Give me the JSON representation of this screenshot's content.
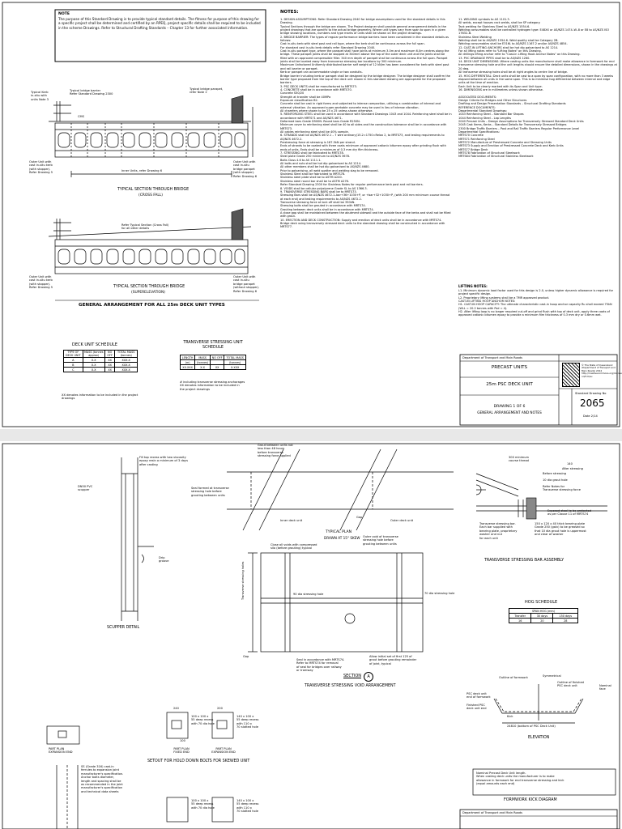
{
  "top_sheet": {
    "note_box": {
      "heading": "NOTE",
      "text": "The purpose of this Standard Drawing is to provide typical standard details. The fitness for purpose of this drawing for a specific project shall be determined and certified by an RPEQ, project specific details shall be required to be included in the scheme Drawings. Refer to Structural Drafting Standards – Chapter 13 for further associated information."
    },
    "section1": {
      "title": "TYPICAL SECTION THROUGH BRIDGE",
      "subtitle": "(CROSS FALL)",
      "label_barrier": "Typical bridge barrier\nRefer Standard Drawing 2300",
      "label_parapet": "Typical bridge parapet,\nrefer Note 2",
      "label_kerb": "Typical Kerb\nin-situ with\nunits Note 3",
      "label_inner": "Inner Units, refer Drawing 6",
      "label_outer_left": "Outer Unit with\ncast in-situ kerb\n(with stopper).\nRefer Drawing 5",
      "label_outer_right": "Outer Unit with\ncast in-situ\nbridge parapet\n(with stopper).\nRefer Drawing 6",
      "label_cms": "CMS"
    },
    "section2": {
      "title": "TYPICAL SECTION THROUGH BRIDGE",
      "subtitle": "(SUPERELEVATION)",
      "label_parapet": "Refer Typical Section (Cross Fall)\nfor all other details",
      "label_outer_left": "Outer Unit with\ncast in-situ kerb\n(with stopper).\nRefer Drawing 5",
      "label_outer_right": "Outer Unit with\ncast in-situ\nbridge parapet\n(without stopper).\nRefer Drawing 6"
    },
    "ga_title": "GENERAL ARRANGEMENT FOR ALL 25m DECK UNIT TYPES",
    "deck_schedule": {
      "title": "DECK UNIT SCHEDULE",
      "headers": [
        "TYPE OF DECK UNIT",
        "MASS (tonnes approx)",
        "NO OFF",
        "TOTAL MASS (tonnes)"
      ],
      "rows": [
        [
          "A",
          "X.X",
          "XX",
          "XXX.X"
        ],
        [
          "B",
          "X.X",
          "XX",
          "XXX.X"
        ],
        [
          "C",
          "X.X",
          "XX",
          "XXX.X"
        ]
      ],
      "footnote": "XX denotes information to be included in the project drawings"
    },
    "tsu_schedule": {
      "title": "TRANSVERSE STRESSING UNIT\nSCHEDULE",
      "headers": [
        "LENGTH",
        "MASS",
        "NO OFF",
        "TOTAL MASS"
      ],
      "units": [
        "(m)",
        "(tonnes)",
        "",
        "(tonnes)"
      ],
      "row": [
        "XX.XXX",
        "X.X",
        "XX",
        "X.XXX"
      ],
      "footnote": "# including transverse stressing anchorages\nXX denotes information to be included in\nthe project drawings"
    },
    "notes": {
      "heading": "NOTES:",
      "col1": "1. DESIGN ASSUMPTIONS: Refer Standard Drawing 2040 for bridge assumptions used for the standard details in this Drawing.\nTypical Sections through the bridge are shown. The Project designer shall provide general arrangement details in the project drawings that are specific to the actual bridge geometry. Where unit types vary from span to span in a given bridge showing locations, numbers and type marks of units shall be shown on the project drawings.\n2. BRIDGE BARRIER: The types of regular performance bridge barriers have been considered in the standard details as follows:\nCast in-situ kerb with steel post and rail type, where the kerb shall be continuous across the full span.\nFor standard cast in-situ kerb details refer Standard Drawing 2040.\nCast in-situ parapet type, where the parapet shall have joints at minimum 3.0m and maximum 6.0m centres along the bridge. These parapet joints shall be stopped at 340mm above the top of the outer deck unit and the joints shall be filled with an approved compressible filler. 340 mm depth of parapet shall be continuous across the full span. Parapet joints shall be located away from transverse stressing bar locations by 300 minimum.\nMaximum Unfactored Uniformly distributed barrier self weight of 12 kN/m has been considered for kerb with steel post and rail barrier or parapet.\nKerb or parapet can accommodate single or two conduits.\nBridge barrier including kerb or parapet shall be designed by the bridge designer. The bridge designer shall confirm the barrier type proposed from the top of the deck unit shown in this standard drawing are appropriate for the proposed barriers.\n3. PSC DECK UNITS shall be manufactured to MRTS73.\n4. CONCRETE shall be in accordance with MRTS70.\nConcrete S50/20\nStrength at transfer shall be 40MPa\nExposure classification B2.\nConcrete shall be cast in rigid forms and subjected to intense compaction, utilising a combination of internal and external vibration. An approved super-workable concrete may be used in lieu of intense vibration.\nAll chamfers where shown to be 25 x 25 unless shown otherwise.\n5. REINFORCING STEEL shall be used in accordance with Standard Drawings 1043 and 1044. Reinforcing steel shall be in accordance with MRTS71 and AS/NZS 4671.\nDeformed bars Grade D500N. Round bars Grade R250N.\nMinimum cover to reinforcing steel shall be 40 to all sides and the construction tolerance shall be in accordance with MRTS73.\nAll cables reinforcing steel shall be 40% sample.\n6. STRANDS shall be AS/NZS 4672.1 – 7 wire ordinary(15.2=1750=Relax 2, to MRTS73, and testing requirements to AS/NZS 4672.2.\nPrestressing force at stressing is 187.5kN per strand.\nEnds of strands to be coated with three coats minimum of approved cationic bitumen epoxy after grinding flush with ends of units. Ends shall be a minimum of 0.3 mm dry film thickness.\n7. STRESSING shall be fabricated to MRTS78.\nSteel plate Grade 250 minimum to AS/NZS 3678.\nBolts Class 4.6 to AS 1111.1.\nAll bolts and nuts shall be hot dip galvanised to AS 1214.\nAll other members shall be hot dip galvanised to AS/NZS 4680.\nPrior to galvanising, all weld spatter and welding slag to be removed.\nStainless Steel shall be fabricated to MRTS78.\nStainless steel plate shall be to ASTM A240.\nStainless steel round bar shall be to ASTM A276.\nRefer Standard Drawing 2300 for Stainless Notes for regular performance kerb post and rail barriers.\n8. VOIDS shall be cellular polystyrene Grade SL to AS 1366.3.\n9. TRANSVERSE STRESSING BARS shall be to MRTS73.\nStressing Bars shall be AS/NZS 4672.1–bar+36+1030+P, or +bar+32+1030+P, (with 200 mm minimum course thread at each end) and testing requirements to AS/NZS 4672.2.\nTransverse stressing force at lock off shall be 350kN.\nStressing bolts shall be grouted in accordance with MRTS74.\nGrouting between deck units shall be in accordance with MRTS74.\nA close gap shall be maintained between the abutment sidewall and the outside face of the kerbs and shall not be filled with grout.\n10. ERECTION AND DECK CONSTRUCTION: Supply and erection of deck units shall be in accordance with MRTS74.\nBridge deck using transversely stressed deck units to the standard drawing shall be constructed in accordance with MRTS77.",
      "col2": "11. WELDING symbols to AS 1101.3.\nAll welds, except houses rack welds, shall be SP category.\nTack welding for Stainless Steel to AS/NZS 1554.6.\nWelding consumables shall be controlled hydrogen type: E48XX or AS/NZS 1474–W–8 or E8 to AS/NZS ISO 17632–B.\nStainless Steel Welding\nWelding shall be to AS/NZS 1554.6. Weld quality shall be Category 2B.\nWelding consumables shall be E316L to AS/NZS 1167.2 and/or AS/NZS 4854.\n12. CAST-IN LIFTING ANCHORS shall be hot dip galvanised to AS 1214.\nFor all lifting notes refer to \"Lifting Notes\" on this Drawing.\nAll drillings lifting anchor refer to \"Cast-in Lifting Hook Anchor Notes\" on this Drawing.\n13. PVC DRAINAGE PIPES shall be to AS/NZS 1260.\n14. DECK UNIT DIMENSIONS: Where casting units the manufacturer shall make allowance in formwork for end transverse stressing hole and the unit lengths should ensure the detailed dimensions, shown in the drawings at 20 deg.\nAll transverse stressing holes shall be at right angles to centre line of bridge.\n15. HOG DIFFERENTIAL: Deck units shall be cast to a span by span configuration, with no more than 3 weeks elapsed between all units in the same span. This is to minimise hog differential between internal and edge units at the time of erection.\nEach Unit to be clearly marked with its Span and Unit type.\n16. DIMENSIONS are in millimetres unless shown otherwise.\n\nASSOCIATED DOCUMENTS:\nDesign Criteria for Bridges and Other Structures\nDrafting and Design Presentation Standards – Structural Drafting Standards\nREFERENCE DOCUMENTS:\nDepartmental Standard Drawings:\n1043 Reinforcing Steel – Standard Bar Shapes\n1044 Reinforcing Steel – Lap Lengths\n2040 Precast Units – Design Assumptions for Transversely Stressed Standard Deck Units\n2045 Cast Items, Kerbs – Standard Details for Transversely Stressed Bridges\n2300 Bridge Traffic Barriers – Post and Rail Traffic Barriers Regular Performance Level\nDepartmental Specifications:\nMRTS70 Concrete\nMRTS71 Reinforcing Steel\nMRTS72 Manufacture of Prestressed Concrete and Stressing Units\nMRTS73 Supply and Erection of Prestressed Concrete Deck and Kerb Units\nMRTS77 Bridge Deck\nMRTS78 Fabrication of Structural Steelwork\nMRTS84 Fabrication of Structural Stainless Steelwork",
      "lifting_heading": "LIFTING NOTES:",
      "lifting": "L1. Minimum dynamic load factor used for this design is 2.0, unless higher dynamic allowance is required for project specific design.\nL2. Proprietary lifting systems shall be a TMR approved product.\nCAST-IN LIFTING HOOP ANCHOR NOTES:\nH1. CAST-IN HOOP CAPACITY: The ultimate characteristic cast-in hoop anchor capacity Ru shall exceed 75kN (WLL = 20.2 tonnes with Psd = 4).\nH2. After lifting loop is no longer required cut-off and grind flush with top of deck unit, apply three coats of approved cationic bitumen epoxy to provide a minimum film thickness of 0.3 mm dry or 0.6mm wet."
    },
    "title_block": {
      "org": "Department of Transport and Main Roads",
      "category": "PRECAST UNITS",
      "name": "25m PSC DECK UNIT",
      "sheet": "DRAWING 1 OF 6",
      "sheet_title": "GENERAL ARRANGEMENT AND NOTES",
      "std_label": "Standard Drawing No",
      "number": "2065",
      "date": "Date 2/14",
      "copy_note": "© The State of Queensland (Department of Transport and Main Roads) 2014\nhttp://creativecommons.org/licenses/by-nd/3.0/au"
    }
  },
  "bottom_sheet": {
    "scupper": {
      "title": "SCUPPER DETAIL",
      "label_pipe": "DN50 PVC\nscupper",
      "label_fill": "Fill top recess with two viscosity\nepoxy resin a minimum of 3 days\nafter casting",
      "label_drip": "Drip\ngroove"
    },
    "plan": {
      "title": "TYPICAL PLAN",
      "subtitle": "DRAWN AT 15° SKEW",
      "label_grout": "Grout between units not\nless than 48 hours\nbefore transverse\nstressing force applied",
      "label_seal": "Seal formed at transverse\nstressing hole before\ngrouting between units",
      "label_inner": "Inner deck unit",
      "label_gap": "Gap",
      "label_outer": "Outer deck unit"
    },
    "section_a": {
      "title": "TRANSVERSE STRESSING VOID ARRANGEMENT",
      "marker": "SECTION",
      "marker_letter": "A",
      "label_joint": "Close all voids with compressed\nsilo (before grouting) typical",
      "label_outer": "Outer void of transverse\nstressing hole before\ngrouting between units",
      "label_void": "90 dia stressing hole",
      "label_void_right": "70 dia stressing hole",
      "label_seal": "Seal in accordance with MRTS74.\nRefer to MRTS74 for removal\nof seal for bridges over railway\nor tramway",
      "label_allow": "Allow initial set of first 125 of\ngrout before grouting remainder\nof joint, typical",
      "label_gap": "Gap",
      "label_vert": "Transverse stressing holes"
    },
    "tsba": {
      "title": "TRANSVERSE STRESSING BAR ASSEMBLY",
      "label_thread": "300 minimum\ncourse thread",
      "label_140": "140",
      "label_after": "After stressing",
      "label_before": "Before stressing",
      "label_grout": "10 dia grout hole",
      "label_nut": "Refer Notes for\nTransverse stressing force",
      "label_bar": "Transverse stressing bar.\nEach bar supplied with\nbearing plate, proprietary\nwasher and nut\nfor each unit",
      "label_plate": "150 x 120 x 40 thick bearing plate\nGrade 250 (galv) to be greased so\nthat 10 dia grout hole is uppermost\nand clear of washer",
      "label_exposed": "Exposed steel to be protected\nas per Clause 11 of MRTS74"
    },
    "hog": {
      "title": "HOG SCHEDULE",
      "span_label": "SPAN HOG (mm)",
      "headers": [
        "Transfer",
        "30 days",
        "150 days"
      ],
      "values": [
        "16",
        "20",
        "28"
      ]
    },
    "setout": {
      "title": "SETOUT FOR HOLD DOWN BOLTS FOR SKEWED UNIT",
      "pp_exp": "PART PLAN\nEXPANSION END",
      "pp_fixed": "PART PLAN\nFIXED END",
      "pp_exp2": "PART PLAN\nEXPANSION END",
      "label_hold": "SS (Grade 316) cast-in\nferrules to expansion joint\nmanufacturer's specification.\nAnchor bolts diameter,\nlength and spacing shall be\nas recommended in the joint\nmanufacturer's specification\nand technical data sheets",
      "label_recess1": "100 x 100 x\n55 deep recess\nwith 70 dia hole",
      "label_recess2": "140 x 100 x\n55 deep recess\nwith 110 x\n70 slotted hole",
      "label_240": "240",
      "label_100": "100",
      "label_200": "200"
    },
    "kick": {
      "title": "FORMWORK KICK DIAGRAM",
      "elev": "ELEVATION",
      "label_sym": "Symmetrical",
      "label_form": "Outline of formwork",
      "label_fin": "Outline of finished\nPSC deck unit",
      "label_psc": "PSC deck unit\nend of formwork",
      "label_finished": "Finished PSC\ndeck unit end",
      "label_kick": "Kick",
      "label_len": "24810 (bottom of PSC Deck Unit)",
      "label_nom": "Nominal\nface",
      "note": "Nominal Precast Deck Unit length.\nWhen casting deck units the manufacturer is to make\nallowance in formwork for end transverse stressing and kick\n(equal amounts each end)"
    },
    "title_block": {
      "org": "Department of Transport and Main Roads"
    }
  }
}
